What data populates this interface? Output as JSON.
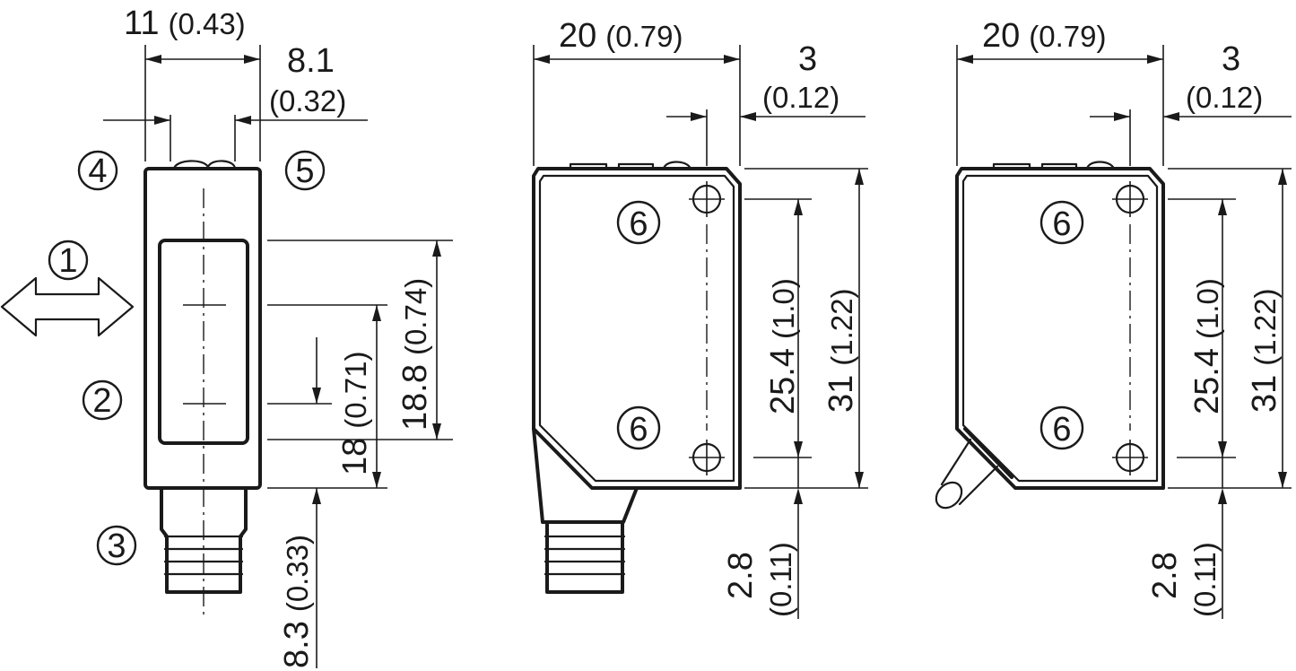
{
  "view1": {
    "top_width": {
      "value": "11",
      "inch": "(0.43)"
    },
    "top_offset": {
      "value": "8.1",
      "inch": "(0.32)"
    },
    "right_188": {
      "value": "18.8",
      "inch": "(0.74)"
    },
    "right_18": {
      "value": "18",
      "inch": "(0.71)"
    },
    "right_83": {
      "value": "8.3",
      "inch": "(0.33)"
    },
    "callouts": [
      "1",
      "2",
      "3",
      "4",
      "5"
    ]
  },
  "view2": {
    "width": {
      "value": "20",
      "inch": "(0.79)"
    },
    "offset": {
      "value": "3",
      "inch": "(0.12)"
    },
    "hole_pitch": {
      "value": "25.4",
      "inch": "(1.0)"
    },
    "height": {
      "value": "31",
      "inch": "(1.22)"
    },
    "bottom": {
      "value": "2.8",
      "inch": "(0.11)"
    },
    "callouts": [
      "6",
      "6"
    ]
  },
  "view3": {
    "width": {
      "value": "20",
      "inch": "(0.79)"
    },
    "offset": {
      "value": "3",
      "inch": "(0.12)"
    },
    "hole_pitch": {
      "value": "25.4",
      "inch": "(1.0)"
    },
    "height": {
      "value": "31",
      "inch": "(1.22)"
    },
    "bottom": {
      "value": "2.8",
      "inch": "(0.11)"
    },
    "callouts": [
      "6",
      "6"
    ]
  }
}
